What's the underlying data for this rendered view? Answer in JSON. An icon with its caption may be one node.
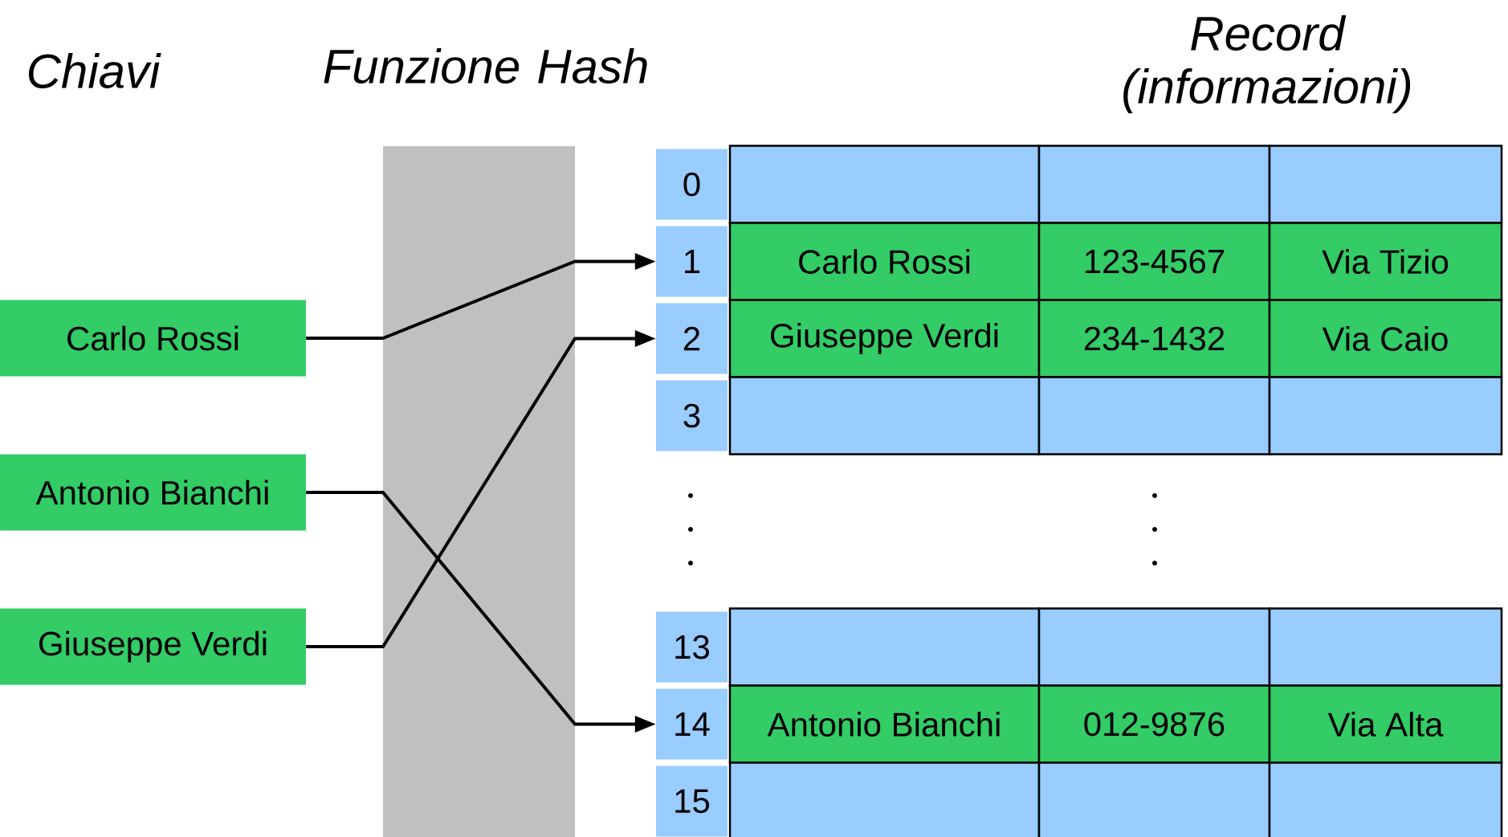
{
  "diagram": {
    "nodes": [
      {
        "text": [
          "Carlo Rossi"
        ]
      },
      {
        "text": [
          "Antonio Bianchi"
        ]
      },
      {
        "text": [
          "Giuseppe Verdi"
        ]
      },
      {
        "text": [
          "0"
        ]
      },
      {
        "text": [],
        "shape": "box"
      },
      {
        "text": [],
        "shape": "box"
      },
      {
        "text": [],
        "shape": "box"
      },
      {
        "text": [
          "1"
        ]
      },
      {
        "text": [
          "Carlo Rossi"
        ]
      },
      {
        "text": [
          "123-4567"
        ]
      },
      {
        "text": [
          "Via Tizio"
        ]
      },
      {
        "text": [
          "2"
        ]
      },
      {
        "text": [
          "Giuseppe Verdi"
        ]
      },
      {
        "text": [
          "234-1432"
        ]
      },
      {
        "text": [
          "Via Caio"
        ]
      },
      {
        "text": [
          "3"
        ]
      },
      {
        "text": [],
        "shape": "box"
      },
      {
        "text": [],
        "shape": "box"
      },
      {
        "text": [],
        "shape": "box"
      },
      {
        "text": [
          "13"
        ]
      },
      {
        "text": [],
        "shape": "box"
      },
      {
        "text": [],
        "shape": "box"
      },
      {
        "text": [],
        "shape": "box"
      },
      {
        "text": [
          "14"
        ]
      },
      {
        "text": [
          "Antonio Bianchi"
        ]
      },
      {
        "text": [
          "012-9876"
        ]
      },
      {
        "text": [
          "Via Alta"
        ]
      },
      {
        "text": [
          "15"
        ]
      },
      {
        "text": [],
        "shape": "box"
      },
      {
        "text": [],
        "shape": "box"
      },
      {
        "text": [],
        "shape": "box"
      }
    ],
    "edges": [
      {
        "from": 0,
        "to": 7,
        "arrow": "to"
      },
      {
        "from": 1,
        "to": 23,
        "arrow": "to"
      },
      {
        "from": 2,
        "to": 11,
        "arrow": "to"
      }
    ],
    "labels": [
      "Chiavi",
      "Funzione Hash",
      "Record (informazioni)"
    ]
  }
}
